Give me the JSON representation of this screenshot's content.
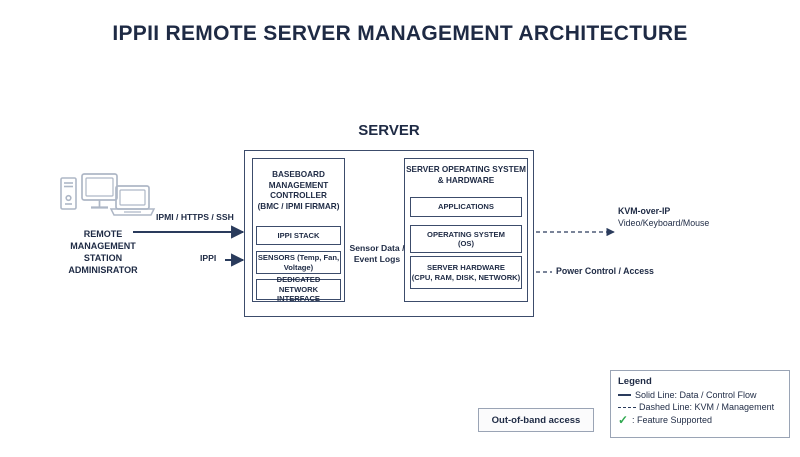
{
  "title": "IPPII REMOTE SERVER MANAGEMENT ARCHITECTURE",
  "server": {
    "heading": "SERVER",
    "bmc": {
      "title_lines": "BASEBOARD MANAGEMENT CONTROLLER (BMC / IPMI FIRMAR)",
      "title_l1": "BASEBOARD",
      "title_l2": "MANAGEMENT",
      "title_l3": "CONTROLLER",
      "title_l4": "(BMC / IPMI FIRMAR)",
      "components": [
        {
          "label": "IPPI STACK"
        },
        {
          "label": "SENSORS (Temp, Fan, Voltage)"
        },
        {
          "label": "DEDICATED NETWORK INTERFACE"
        }
      ]
    },
    "os": {
      "title_l1": "SERVER OPERATING SYSTEM",
      "title_l2": "& HARDWARE",
      "components": [
        {
          "label": "APPLICATIONS"
        },
        {
          "label_l1": "OPERATING SYSTEM",
          "label_l2": "(OS)"
        },
        {
          "label_l1": "SERVER HARDWARE",
          "label_l2": "(CPU, RAM, DISK, NETWORK)"
        }
      ]
    }
  },
  "station": {
    "name_l1": "REMOTE",
    "name_l2": "MANAGEMENT",
    "name_l3": "STATION",
    "role": "ADMINISRATOR",
    "icons": [
      "tower-pc-icon",
      "desktop-monitor-icon",
      "laptop-icon"
    ]
  },
  "edges": {
    "ipmi_https_ssh": "IPMI / HTTPS / SSH",
    "ippi": "IPPI",
    "sensor_logs_l1": "Sensor Data /",
    "sensor_logs_l2": "Event Logs",
    "kvm_title": "KVM-over-IP",
    "kvm_sub": "Video/Keyboard/Mouse",
    "power_control": "Power Control / Access"
  },
  "out_of_band": {
    "label": "Out-of-band access"
  },
  "legend": {
    "title": "Legend",
    "items": [
      {
        "style": "solid",
        "label": "Solid Line: Data / Control Flow"
      },
      {
        "style": "dashed",
        "label": "Dashed Line: KVM / Management"
      },
      {
        "style": "check",
        "label": ": Feature Supported",
        "color": "#2fa84f"
      }
    ]
  },
  "colors": {
    "ink": "#1e2a44",
    "stroke": "#3c4c6b",
    "device_stroke": "#aeb7c6",
    "light_border": "#9aa4b5",
    "check_green": "#2fa84f",
    "background": "#ffffff"
  }
}
